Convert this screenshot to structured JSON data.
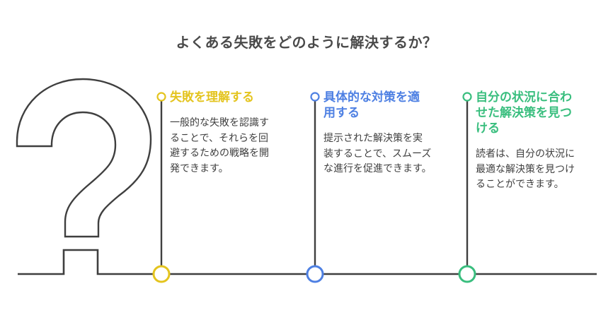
{
  "title": "よくある失敗をどのように解決するか？",
  "colors": {
    "ink": "#3F3F3F",
    "title": "#4A4A4A",
    "body": "#3F3F3F",
    "node_fill": "#FFFFFF"
  },
  "steps": [
    {
      "title": "失敗を理解する",
      "description": "一般的な失敗を認識す\nることで、それらを回\n避するための戦略を開\n発できます。",
      "color": "#E4C41E"
    },
    {
      "title": "具体的な対策を適\n用する",
      "description": "提示された解決策を実\n装することで、スムーズ\nな進行を促進できます。",
      "color": "#4E80E3"
    },
    {
      "title": "自分の状況に合わ\nせた解決策を見つ\nける",
      "description": "読者は、自分の状況に\n最適な解決策を見つけ\nることができます。",
      "color": "#39BE7E"
    }
  ]
}
